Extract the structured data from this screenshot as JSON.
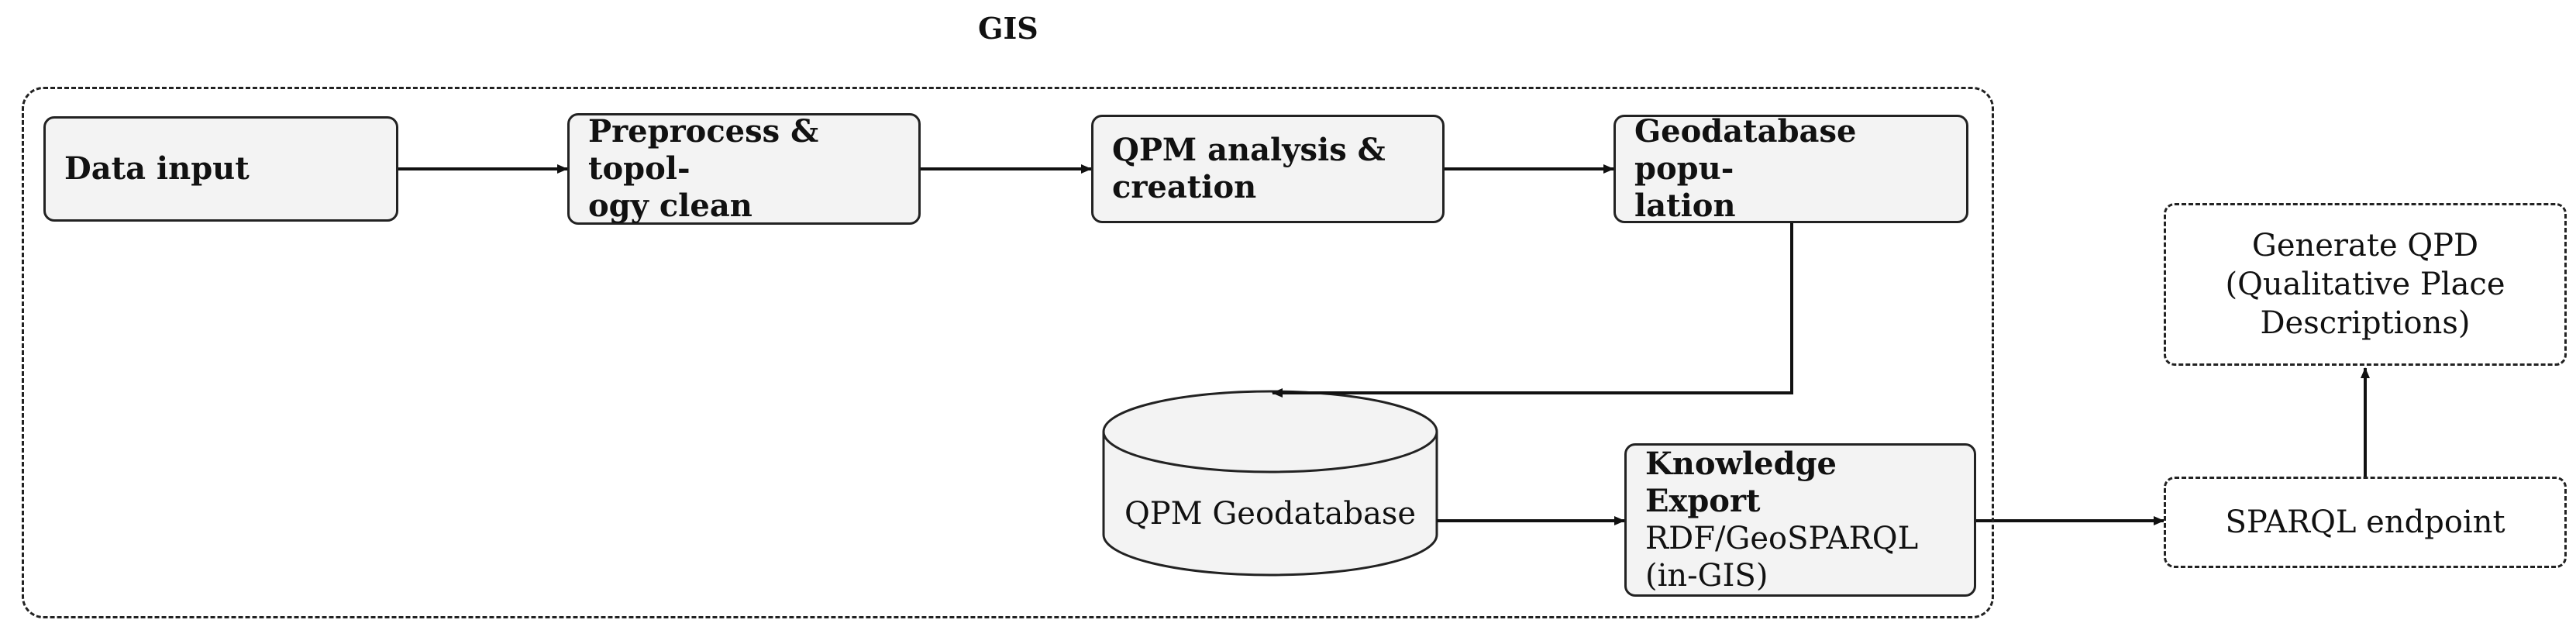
{
  "diagram": {
    "title": "GIS",
    "nodes": {
      "data_input": "Data input",
      "preprocess": [
        "Preprocess & topol-",
        "ogy clean"
      ],
      "qpm_analysis": [
        "QPM analysis &",
        "creation"
      ],
      "geodatabase_population": [
        "Geodatabase popu-",
        "lation"
      ],
      "qpm_geodatabase": "QPM Geodatabase",
      "knowledge_export": [
        "Knowledge Export",
        "RDF/GeoSPARQL",
        "(in-GIS)"
      ],
      "sparql_endpoint": "SPARQL endpoint",
      "generate_qpd": [
        "Generate QPD",
        "(Qualitative Place",
        "Descriptions)"
      ]
    }
  }
}
